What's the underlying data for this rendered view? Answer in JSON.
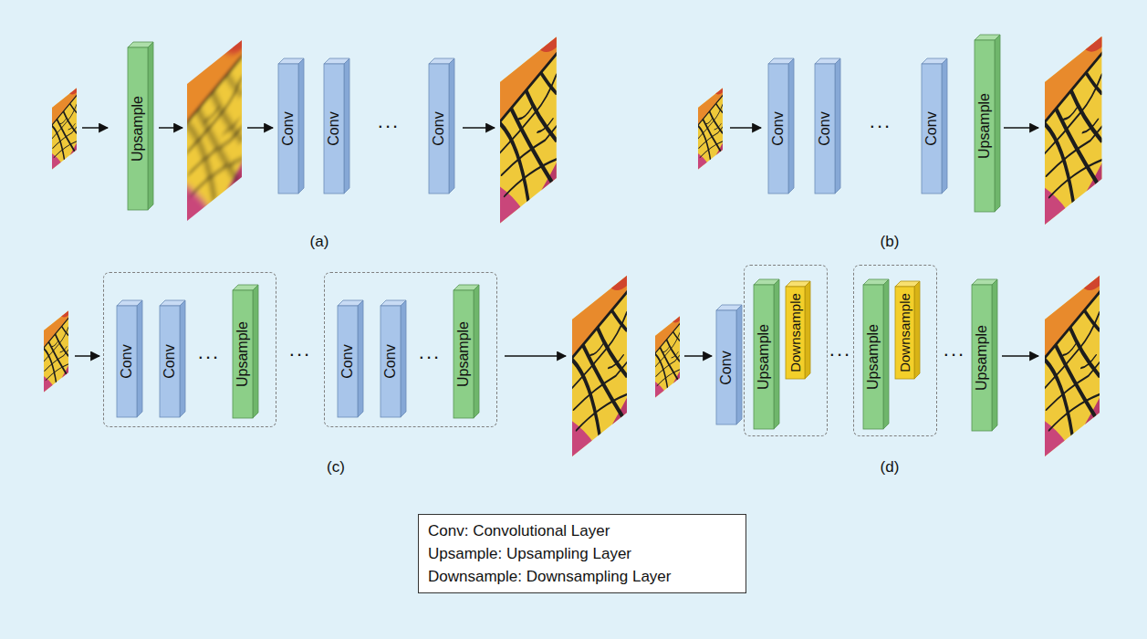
{
  "diagram": {
    "nodes": [
      {
        "text": [
          "Upsample"
        ]
      },
      {
        "text": [
          "Conv"
        ]
      },
      {
        "text": [
          "Conv"
        ]
      },
      {
        "text": [
          "Conv"
        ]
      },
      {
        "text": [
          "Conv"
        ]
      },
      {
        "text": [
          "Conv"
        ]
      },
      {
        "text": [
          "Conv"
        ]
      },
      {
        "text": [
          "Upsample"
        ]
      },
      {
        "text": []
      },
      {
        "text": [
          "Conv"
        ],
        "in": 8
      },
      {
        "text": [
          "Conv"
        ],
        "in": 8
      },
      {
        "text": [
          "Upsample"
        ],
        "in": 8
      },
      {
        "text": []
      },
      {
        "text": [
          "Conv"
        ],
        "in": 12
      },
      {
        "text": [
          "Conv"
        ],
        "in": 12
      },
      {
        "text": [
          "Upsample"
        ],
        "in": 12
      },
      {
        "text": [
          "Conv"
        ]
      },
      {
        "text": []
      },
      {
        "text": [
          "Upsample"
        ],
        "in": 17
      },
      {
        "text": [
          "Downsample"
        ],
        "in": 17
      },
      {
        "text": []
      },
      {
        "text": [
          "Upsample"
        ],
        "in": 20
      },
      {
        "text": [
          "Downsample"
        ],
        "in": 20
      },
      {
        "text": [
          "Upsample"
        ]
      }
    ],
    "labels": [
      "...",
      "(a)",
      "...",
      "(b)",
      "...",
      "...",
      "...",
      "(c)",
      "...",
      "...",
      "(d)"
    ],
    "legend": [
      {
        "text": "Conv: Convolutional Layer"
      },
      {
        "text": "Upsample: Upsampling Layer"
      },
      {
        "text": "Downsample: Downsampling Layer"
      }
    ]
  }
}
